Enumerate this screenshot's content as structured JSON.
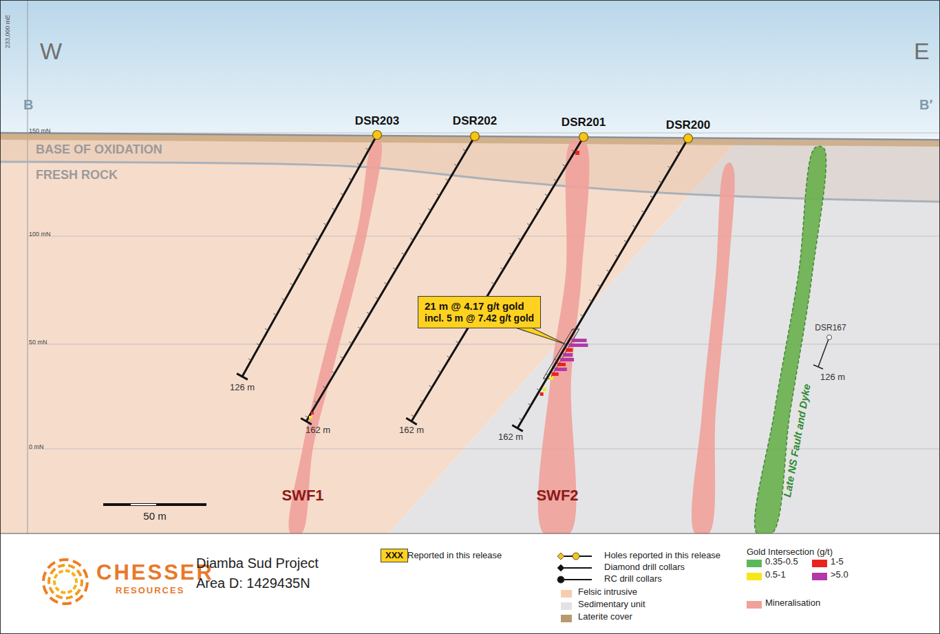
{
  "diagram": {
    "nodes": [
      {
        "text": [
          "21 m @ 4.17 g/t gold",
          "incl. 5 m @ 7.42 g/t gold"
        ]
      },
      {
        "text": [
          "XXX"
        ]
      }
    ],
    "labels": [
      "233,000 mE",
      "W",
      "E",
      "B",
      "B′",
      "150 mN",
      "100 mN",
      "50 mN",
      "0 mN",
      "BASE OF OXIDATION",
      "FRESH ROCK",
      "DSR203",
      "DSR202",
      "DSR201",
      "DSR200",
      "126 m",
      "162 m",
      "162 m",
      "162 m",
      "DSR167",
      "126 m",
      "SWF1",
      "SWF2",
      "Late NS Fault and Dyke",
      "50 m",
      "CHESSER",
      "RESOURCES",
      "Diamba Sud Project",
      "Area D: 1429435N",
      "Gold Intersection (g/t)",
      "Reported in this release"
    ],
    "legend": [
      {
        "text": "Holes reported in this release"
      },
      {
        "text": "Diamond drill collars"
      },
      {
        "text": "RC drill collars"
      },
      {
        "text": "Felsic intrusive",
        "color": "#f6cdb0"
      },
      {
        "text": "Sedimentary unit",
        "color": "#e2e2e4"
      },
      {
        "text": "Laterite cover",
        "color": "#b9996f"
      },
      {
        "text": "0.35-0.5",
        "color": "#5cb85c"
      },
      {
        "text": "1-5",
        "color": "#e8241f"
      },
      {
        "text": "0.5-1",
        "color": "#f5e71a"
      },
      {
        "text": ">5.0",
        "color": "#b23aa8"
      },
      {
        "text": "Mineralisation",
        "color": "#f0a19a"
      }
    ]
  }
}
